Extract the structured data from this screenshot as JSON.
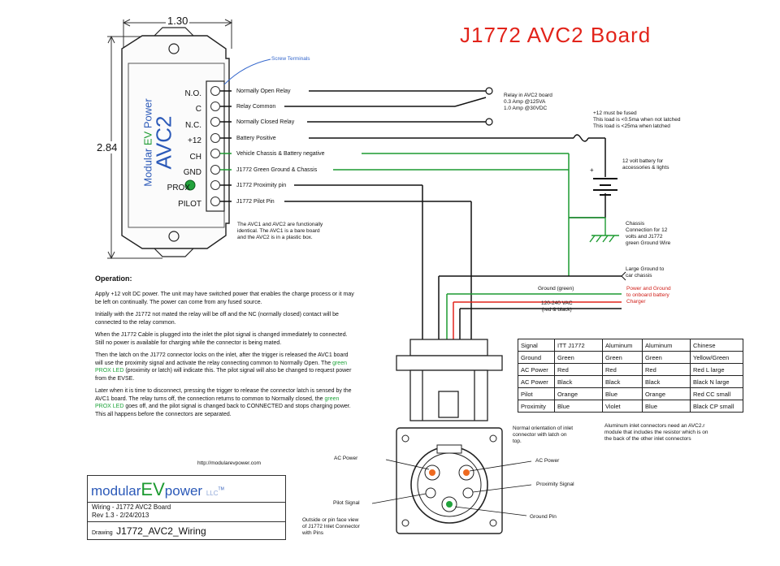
{
  "title": "J1772  AVC2  Board",
  "dims": {
    "width": "1.30",
    "height": "2.84"
  },
  "board": {
    "brand_pre": "Modular ",
    "brand_ev": "EV",
    "brand_post": " Power",
    "model": "AVC2",
    "pins": [
      "N.O.",
      "C",
      "N.C.",
      "+12",
      "CH",
      "GND",
      "PROX",
      "PILOT"
    ],
    "screw_label": "Screw Terminals"
  },
  "wires": [
    "Normally Open Relay",
    "Relay Common",
    "Normally Closed Relay",
    "Battery Positive",
    "Vehicle Chassis & Battery negative",
    "J1772 Green Ground & Chassis",
    "J1772 Proximity pin",
    "J1772 Pilot Pin"
  ],
  "relay_note": [
    "Relay in AVC2 board",
    "0.3 Amp @125VA",
    "1.0 Amp @30VDC"
  ],
  "fuse_note": [
    "+12 must be fused",
    "This load is <0.5ma when not latched",
    "This load is <25ma when latched"
  ],
  "battery_note": [
    "12 volt battery for",
    "accessories & lights"
  ],
  "chassis_note": [
    "Chassis",
    "Connection for 12",
    "volts and J1772",
    "green Ground Wire"
  ],
  "large_ground": [
    "Large Ground to",
    "car chassis"
  ],
  "power_ground": [
    "Power and Ground",
    "to onboard battery",
    "Charger"
  ],
  "ground_green": "Ground (green)",
  "vac": [
    "120-240 VAC",
    "(red & black)"
  ],
  "avc_note": [
    "The AVC1 and AVC2 are functionally",
    "identical.  The AVC1 is a bare board",
    "and the AVC2 is in a plastic box."
  ],
  "operation": {
    "heading": "Operation:",
    "p1": "Apply +12 volt DC power.  The unit may have switched power that enables the charge process or it may be left on continually.  The power can come from any fused source.",
    "p2": "Initially with the J1772 not mated the relay will be off and the NC (normally closed) contact will be connected to the relay common.",
    "p3": "When the J1772 Cable is plugged into the inlet the pilot signal is changed immediately to connected.  Still no power is available for charging while the connector is being mated.",
    "p4a": "Then the latch on the J1772 connector locks on the inlet, after the trigger is released the AVC1 board will use the proximity signal and activate the relay connecting common to Normally Open.  The ",
    "p4g": "green PROX LED",
    "p4b": " (proximity or latch) will indicate this.  The pilot signal will also be changed to request power from the EVSE.",
    "p5a": "Later when it is time to disconnect, pressing the trigger to release the connector latch is sensed by the AVC1 board.  The relay turns off, the connection returns to common to Normally closed, the ",
    "p5g": "green PROX LED",
    "p5b": " goes off, and the pilot signal is changed back to CONNECTED and stops charging power.  This all happens before the connectors are separated."
  },
  "url": "http://modularevpower.com",
  "logo": {
    "modular": "modular",
    "ev": "EV",
    "power": "power",
    "llc": "LLC",
    "tm": "TM",
    "line1": "Wiring - J1772  AVC2  Board",
    "line2": "Rev 1.3 - 2/24/2013",
    "drawing_label": "Drawing",
    "drawing_name": "J1772_AVC2_Wiring"
  },
  "table": {
    "headers": [
      "Signal",
      "ITT J1772",
      "Aluminum",
      "Aluminum",
      "Chinese"
    ],
    "rows": [
      [
        "Ground",
        "Green",
        "Green",
        "Green",
        "Yellow/Green"
      ],
      [
        "AC Power",
        "Red",
        "Red",
        "Red",
        "Red L large"
      ],
      [
        "AC Power",
        "Black",
        "Black",
        "Black",
        "Black N large"
      ],
      [
        "Pilot",
        "Orange",
        "Blue",
        "Orange",
        "Red CC small"
      ],
      [
        "Proximity",
        "Blue",
        "Violet",
        "Blue",
        "Black CP small"
      ]
    ]
  },
  "inlet_note": [
    "Normal orientation of inlet",
    "connector with latch on",
    "top."
  ],
  "aluminum_note": [
    "Aluminum inlet connectors need an AVC2.r",
    "module that includes the resistor which is on",
    "the back of the other inlet connectors"
  ],
  "pin_labels": {
    "ac_left": "AC Power",
    "ac_right": "AC Power",
    "pilot": "Pilot Signal",
    "proximity": "Proximity Signal",
    "ground": "Ground Pin"
  },
  "face_note": [
    "Outside or pin face view",
    "of J1772 Inlet Connector",
    "with Pins"
  ]
}
